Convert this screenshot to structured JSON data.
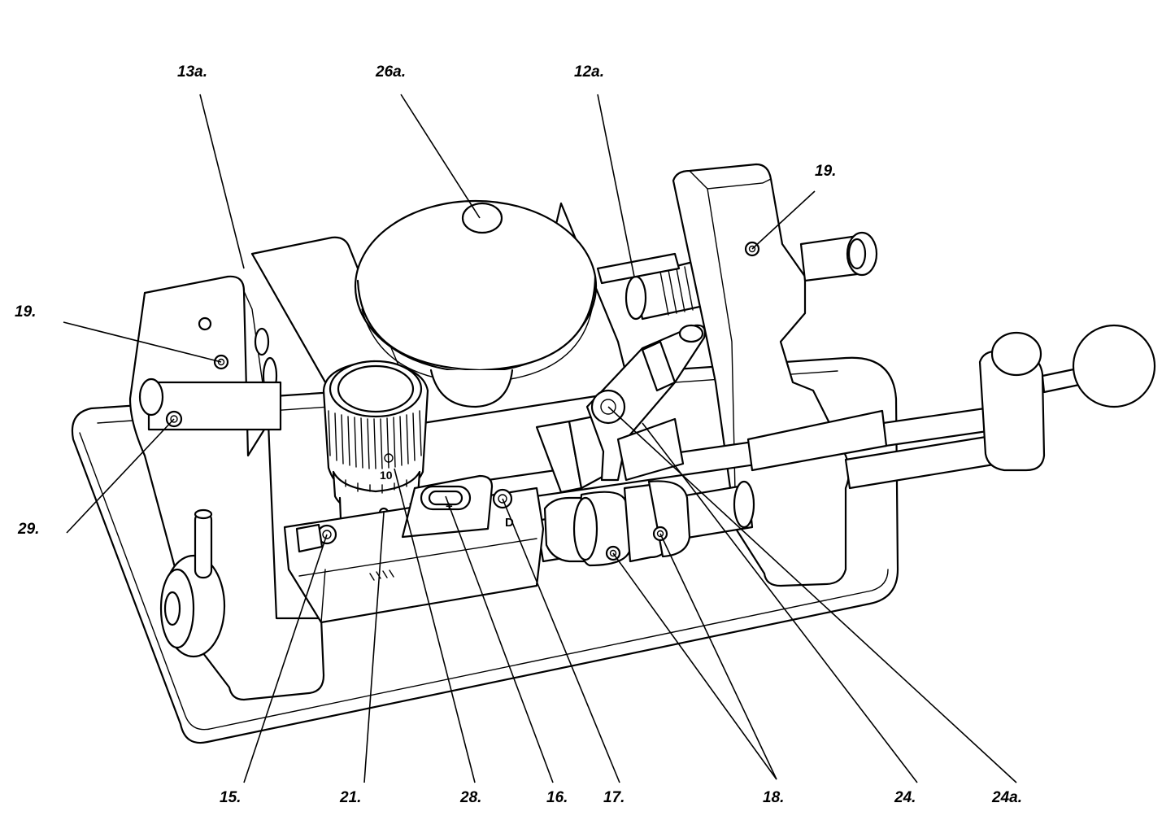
{
  "diagram": {
    "callouts": [
      {
        "id": "13a",
        "label": "13a."
      },
      {
        "id": "26a",
        "label": "26a."
      },
      {
        "id": "12a",
        "label": "12a."
      },
      {
        "id": "19-top",
        "label": "19."
      },
      {
        "id": "19-left",
        "label": "19."
      },
      {
        "id": "29",
        "label": "29."
      },
      {
        "id": "15",
        "label": "15."
      },
      {
        "id": "21",
        "label": "21."
      },
      {
        "id": "28",
        "label": "28."
      },
      {
        "id": "16",
        "label": "16."
      },
      {
        "id": "17",
        "label": "17."
      },
      {
        "id": "18",
        "label": "18."
      },
      {
        "id": "24",
        "label": "24."
      },
      {
        "id": "24a",
        "label": "24a."
      }
    ],
    "dial_scale_label": "10",
    "plus_marking": "+",
    "minus_marking": "D"
  }
}
